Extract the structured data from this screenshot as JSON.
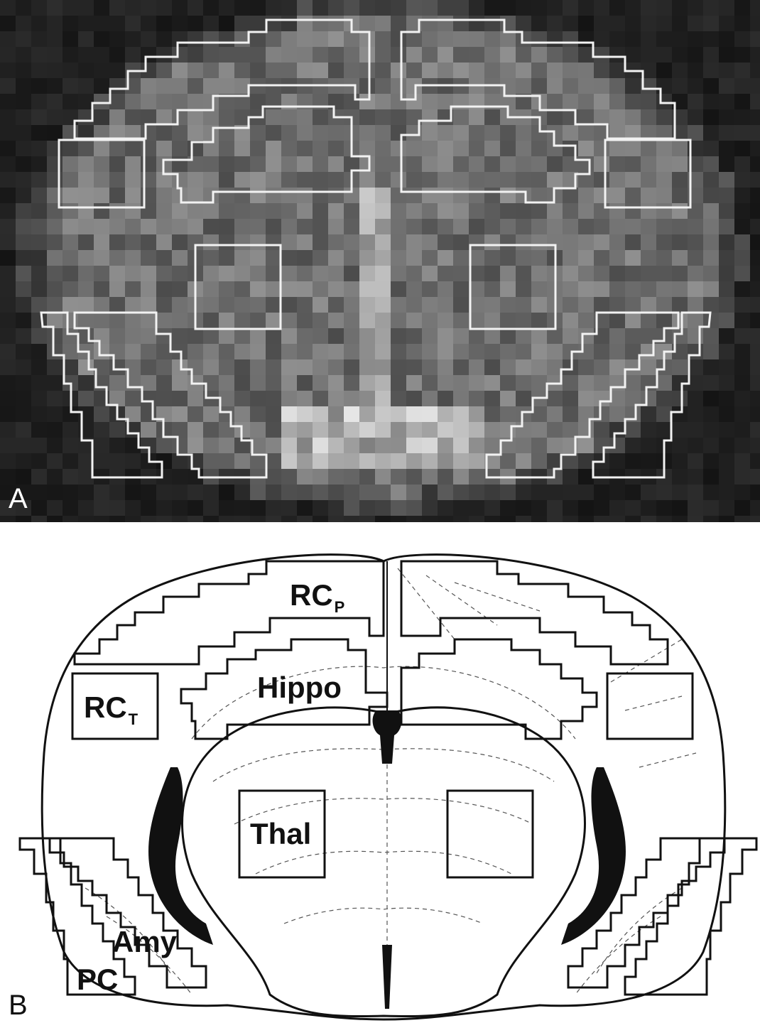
{
  "panels": [
    {
      "id": "A",
      "label": "A"
    },
    {
      "id": "B",
      "label": "B"
    }
  ],
  "regions": {
    "rc_parietal": {
      "main": "RC",
      "sub": "P"
    },
    "rc_temporal": {
      "main": "RC",
      "sub": "T"
    },
    "hippo": {
      "main": "Hippo"
    },
    "thal": {
      "main": "Thal"
    },
    "amy": {
      "main": "Amy"
    },
    "pc": {
      "main": "PC"
    }
  },
  "colors": {
    "panel_a_background": "#1a1a1a",
    "roi_outline_a": "#f2f2f2",
    "panel_b_background": "#ffffff",
    "roi_outline_b": "#111111"
  }
}
